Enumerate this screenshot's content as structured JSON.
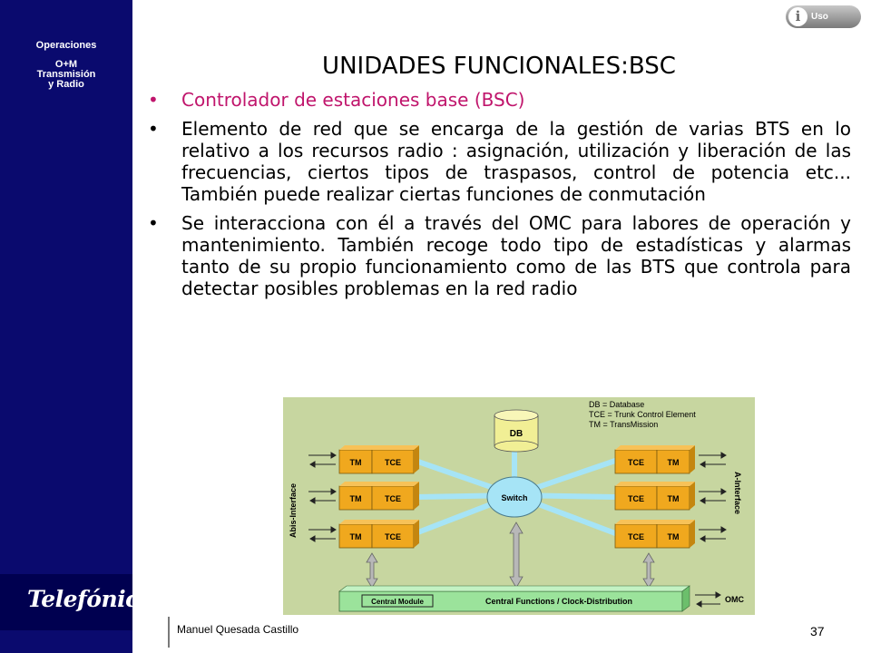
{
  "sidebar": {
    "course_line1": "Operaciones",
    "course_line2": "O+M",
    "course_line3": "Transmisión",
    "course_line4": "y Radio",
    "logo": "Telefónica"
  },
  "badge": {
    "icon": "info-icon",
    "label": "Uso Interno"
  },
  "slide": {
    "title": "UNIDADES FUNCIONALES:BSC",
    "bullets": [
      "Controlador de estaciones base (BSC)",
      "Elemento de red que se encarga de la gestión de varias BTS en lo relativo a los recursos radio : asignación, utilización y liberación de las frecuencias, ciertos tipos de traspasos, control de potencia etc... También puede realizar ciertas funciones de conmutación",
      "Se interacciona con él a través del OMC para labores de operación y mantenimiento. También recoge todo tipo de estadísticas y alarmas tanto de su propio funcionamiento como de las BTS que controla para detectar posibles problemas en la red radio"
    ]
  },
  "diagram": {
    "legend": [
      "DB = Database",
      "TCE = Trunk Control Element",
      "TM = TransMission"
    ],
    "db_label": "DB",
    "switch_label": "Switch",
    "tm_label": "TM",
    "tce_label": "TCE",
    "left_interface": "Abis-Interface",
    "right_interface": "A-Interface",
    "central_module": "Central Module",
    "central_functions": "Central Functions / Clock-Distribution",
    "omc_label": "OMC",
    "colors": {
      "background": "#c7d6a0",
      "box": "#f0a81e",
      "bus": "#9be39b",
      "switch": "#a6e4f6",
      "db": "#f1ef95"
    }
  },
  "footer": {
    "author": "Manuel Quesada Castillo",
    "page": "37"
  }
}
